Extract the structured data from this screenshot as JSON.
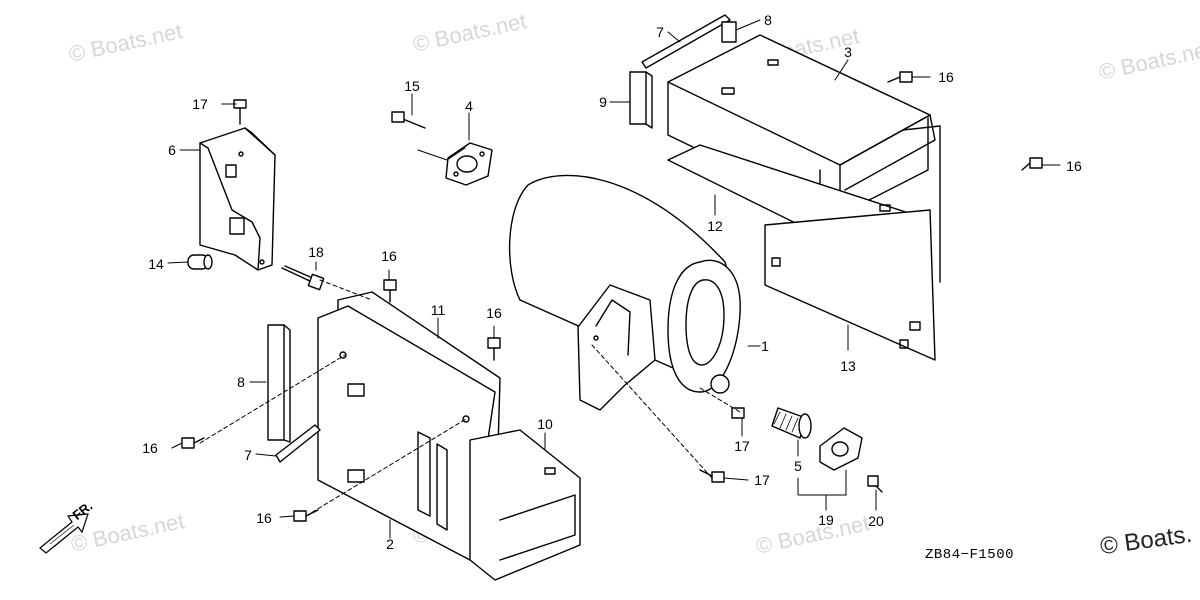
{
  "watermark": {
    "text": "© Boats.net",
    "text_br": "© Boats."
  },
  "diagram_code": "ZB84−F1500",
  "direction_label": "FR.",
  "callouts": {
    "c1": "1",
    "c2": "2",
    "c3": "3",
    "c4": "4",
    "c5": "5",
    "c6": "6",
    "c7a": "7",
    "c7b": "7",
    "c8a": "8",
    "c8b": "8",
    "c9": "9",
    "c10": "10",
    "c11": "11",
    "c12": "12",
    "c13": "13",
    "c14": "14",
    "c15": "15",
    "c16a": "16",
    "c16b": "16",
    "c16c": "16",
    "c16d": "16",
    "c16e": "16",
    "c16f": "16",
    "c17a": "17",
    "c17b": "17",
    "c17c": "17",
    "c18": "18",
    "c19": "19",
    "c20": "20"
  }
}
